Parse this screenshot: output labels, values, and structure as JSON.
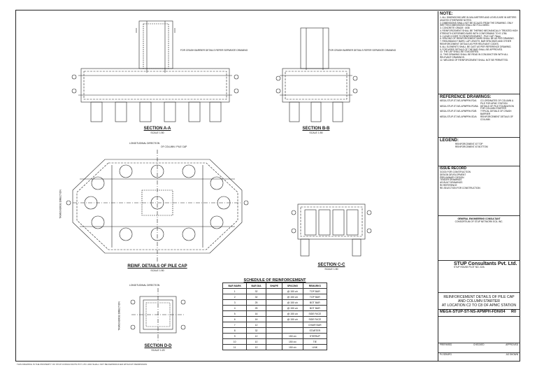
{
  "notes": {
    "heading": "NOTE:",
    "items": [
      "1. ALL DIMENSIONS ARE IN MILLIMETERS AND LEVELS ARE IN METERS UNLESS OTHERWISE NOTED.",
      "2. DIMENSIONS SHALL NOT BE SCALED FROM THE DRAWING. ONLY WRITTEN DIMENSIONS SHALL BE FOLLOWED.",
      "3. CONCRETE GRADE : M35",
      "4. REINFORCEMENT SHALL BE THERMO MECHANICALLY TREATED HIGH STRENGTH DEFORMED BARS WITH CONFORMING TO IS 1786.",
      "5. CLEAR COVER TO REINFORCEMENT : PILE CAP 75mm",
      "6. SPACING OF REINFORCEMENT BARS SHALL BE AS PER DRAWING.",
      "7. REDUNDANCY BARS, LAP LENGTH, BAR SPACINGS AND OTHER REINFORCEMENT DETAILS AS PER RELEVANT CODES.",
      "8. ALL ELEMENTS SHALL BE CAST AS PER REFERENCE DRAWING.",
      "9. FOR MORE DETAILS OF THE BAR SHALL BE APPROVED.",
      "10. THE LAP SHALL BE STAGGERED.",
      "11. THIS DRAWING SHALL BE READ IN CONJUNCTION WITH ALL RELEVANT DRAWINGS.",
      "12. WELDING OF REINFORCEMENT SHALL NOT BE PERMITTED."
    ]
  },
  "reference_drawings": {
    "heading": "REFERENCE DRAWINGS:",
    "items": [
      {
        "no": "MEGA-STUP-ST-NS-APMPRH-FD/A",
        "desc": "CO-ORDINATES OF COLUMN & PILE FOR APMC STATION"
      },
      {
        "no": "MEGA-STUP-ST-NS-APMPRH-PD/BA",
        "desc": "DETAILS OF PILE FOUNDATION FOR COLUMN STARTER"
      },
      {
        "no": "MEGA-STUP-ST-NS-APMPRH-FD/B",
        "desc": "TYPICAL DETAILS OF CRASH BARRIER"
      },
      {
        "no": "MEGA-STUP-ST-NS-APMPRH-SD/A",
        "desc": "REINFORCEMENT DETAILS OF COLUMN"
      }
    ]
  },
  "legend": {
    "heading": "LEGEND:",
    "items": [
      "REINFORCEMENT AT TOP",
      "REINFORCEMENT AT BOTTOM"
    ]
  },
  "issue_record": {
    "heading": "ISSUE RECORD",
    "good_for_construction": "GOOD FOR CONSTRUCTION",
    "design_development": "DESIGN DEVELOPMENT",
    "preliminary": "PRELIMINARY DESIGN",
    "tender": "TENDER DRAWINGS",
    "as_built": "AS-BUILT DRAWINGS",
    "rev": "R0",
    "rev_desc": "REFERENCE",
    "status": "RE-SELECTION FOR CONSTRUCTION"
  },
  "consultant": {
    "heading": "GENERAL ENGINEERING CONSULTANT",
    "line": "CONSORTIUM OF STUP NETWORK ECIL INC.",
    "company": "STUP Consultants Pvt. Ltd.",
    "addr": "STUP HOUSE PLOT NO. 22/A"
  },
  "title": {
    "line1": "REINFORCEMENT DETAILS OF PILE CAP",
    "line2": "AND COLUMN STARTER",
    "line3": "AT LOCATION C2 TO C8 OF APMC STATION",
    "drawing_no": "MEGA-STUP-ST-NS-APMPH-FDN/04",
    "rev": "R0"
  },
  "footer": {
    "sig1": "PREPARED",
    "sig2": "CHECKED",
    "sig3": "APPROVED",
    "code": "P4 SEMIFG",
    "scale": "AS SHOWN"
  },
  "section_labels": {
    "aa": "SECTION A-A",
    "aa_scale": "SCALE 1:50",
    "bb": "SECTION B-B",
    "bb_scale": "SCALE 1:50",
    "plan": "REINF. DETAILS OF PILE CAP",
    "plan_scale": "SCALE 1:50",
    "cc": "SECTION C-C",
    "cc_scale": "SCALE 1:50",
    "dd": "SECTION D-D",
    "dd_scale": "SCALE 1:20"
  },
  "annotations": {
    "long_dir": "LONGITUDINAL DIRECTION",
    "trans_dir": "TRANSVERSE DIRECTION",
    "cl_pile_cap": "OF COLUMN / PILE CAP",
    "crash_barrier": "FOR CRASH BARRIER DETAILS REFER SEPARATE DRAWING"
  },
  "schedule": {
    "title": "SCHEDULE OF REINFORCEMENT",
    "headers": [
      "BAR MARK",
      "BAR DIA",
      "SHAPE",
      "SPACING",
      "REMARKS"
    ],
    "rows": [
      [
        "1",
        "32",
        "",
        "@ 150 c/c",
        "TOP BAR"
      ],
      [
        "2",
        "32",
        "",
        "@ 150 c/c",
        "TOP BAR"
      ],
      [
        "3",
        "25",
        "",
        "@ 150 c/c",
        "BOT BAR"
      ],
      [
        "4",
        "25",
        "",
        "@ 150 c/c",
        "BOT BAR"
      ],
      [
        "5",
        "16",
        "",
        "@ 150 c/c",
        "SIDE FACE"
      ],
      [
        "6",
        "16",
        "",
        "@ 150 c/c",
        "SIDE FACE"
      ],
      [
        "7",
        "12",
        "",
        "",
        "CHAIR BAR"
      ],
      [
        "8",
        "32",
        "",
        "",
        "STARTER"
      ],
      [
        "9",
        "12",
        "",
        "150 c/c",
        "STIRRUP"
      ],
      [
        "10",
        "10",
        "",
        "150 c/c",
        "TIE"
      ],
      [
        "11",
        "12",
        "",
        "150 c/c",
        "LINK"
      ]
    ]
  },
  "bottom_note": "THIS DRAWING IS THE PROPERTY OF STUP CONSULTANTS PVT. LTD. AND SHALL NOT BE REPRODUCED WITHOUT PERMISSION"
}
